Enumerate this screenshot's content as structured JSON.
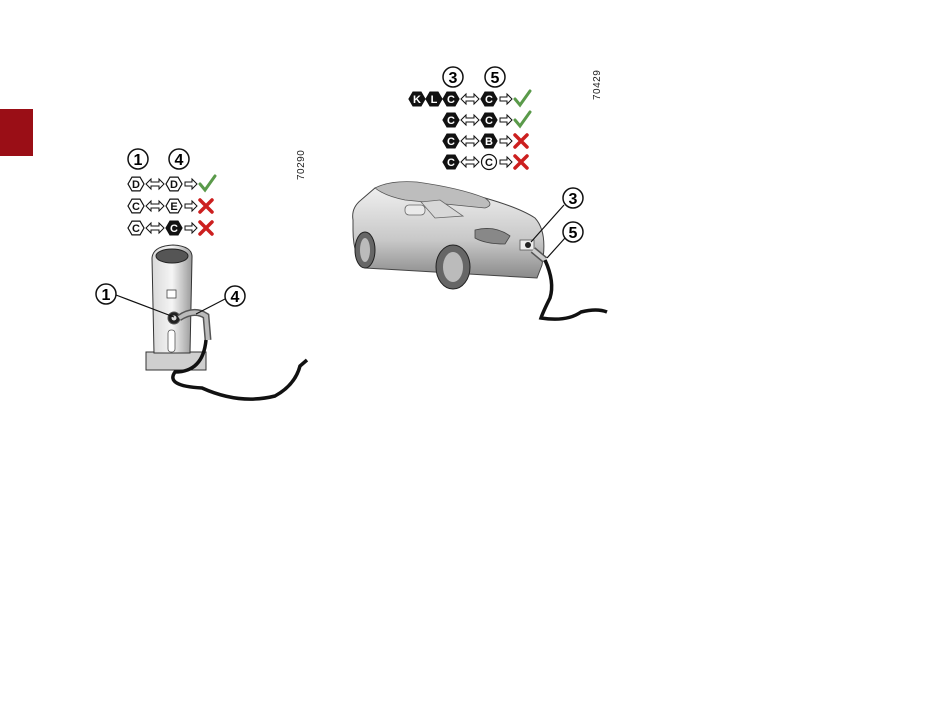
{
  "colors": {
    "tab": "#9a0e16",
    "check": "#5a9a4a",
    "cross": "#cc1f1f"
  },
  "figure_left": {
    "code": "70290",
    "header_numbers": [
      "1",
      "4"
    ],
    "rows": [
      {
        "left": [
          "D"
        ],
        "left_style": [
          "outline"
        ],
        "right": "D",
        "right_style": "outline",
        "result": "check"
      },
      {
        "left": [
          "C"
        ],
        "left_style": [
          "outline"
        ],
        "right": "E",
        "right_style": "outline",
        "result": "cross"
      },
      {
        "left": [
          "C"
        ],
        "left_style": [
          "outline"
        ],
        "right": "C",
        "right_style": "filled",
        "result": "cross"
      }
    ],
    "callouts": [
      "1",
      "4"
    ]
  },
  "figure_right": {
    "code": "70429",
    "header_numbers": [
      "3",
      "5"
    ],
    "rows": [
      {
        "left": [
          "K",
          "L",
          "C"
        ],
        "left_style": [
          "filled",
          "filled",
          "filled"
        ],
        "right": "C",
        "right_style": "filled",
        "result": "check"
      },
      {
        "left": [
          "C"
        ],
        "left_style": [
          "filled"
        ],
        "right": "C",
        "right_style": "filled",
        "result": "check"
      },
      {
        "left": [
          "C"
        ],
        "left_style": [
          "filled"
        ],
        "right": "B",
        "right_style": "filled",
        "result": "cross"
      },
      {
        "left": [
          "C"
        ],
        "left_style": [
          "filled"
        ],
        "right": "C",
        "right_style": "circle-outline",
        "result": "cross"
      }
    ],
    "callouts": [
      "3",
      "5"
    ]
  }
}
